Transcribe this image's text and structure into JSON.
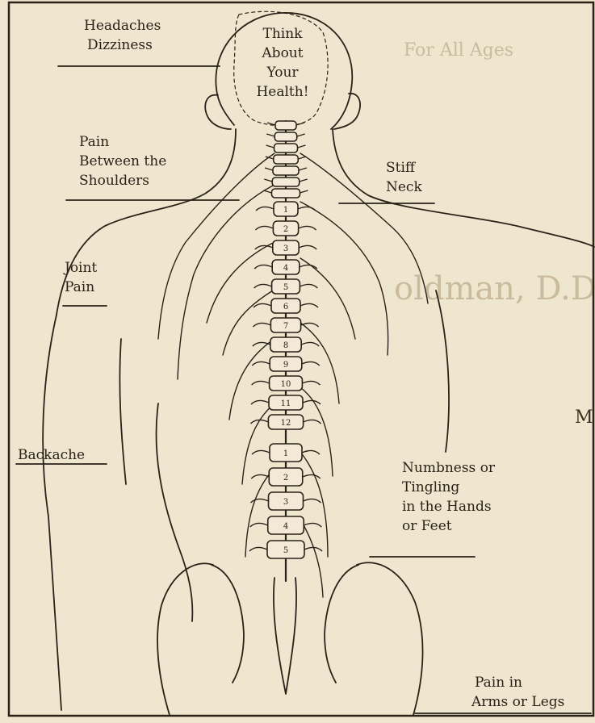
{
  "labels": {
    "headaches": [
      "Headaches",
      "Dizziness"
    ],
    "think": [
      "Think",
      "About",
      "Your",
      "Health!"
    ],
    "pain_between": [
      "Pain",
      "Between the",
      "Shoulders"
    ],
    "stiff_neck": [
      "Stiff",
      "Neck"
    ],
    "joint_pain": [
      "Joint",
      "Pain"
    ],
    "backache": [
      "Backache"
    ],
    "numbness": [
      "Numbness or",
      "Tingling",
      "in the Hands",
      "or Feet"
    ],
    "arms_legs": [
      "Pain in",
      "Arms or Legs"
    ]
  },
  "vertebrae": {
    "thoracic": [
      "1",
      "2",
      "3",
      "4",
      "5",
      "6",
      "7",
      "8",
      "9",
      "10",
      "11",
      "12"
    ],
    "lumbar": [
      "1",
      "2",
      "3",
      "4",
      "5"
    ]
  },
  "bleed_through": {
    "line1": "For All Ages",
    "line2": "oldman, D.D.S.",
    "line3": "M"
  },
  "colors": {
    "paper": "#efe6cf",
    "ink": "#2a2218",
    "bleed": "#c9bc9e"
  }
}
